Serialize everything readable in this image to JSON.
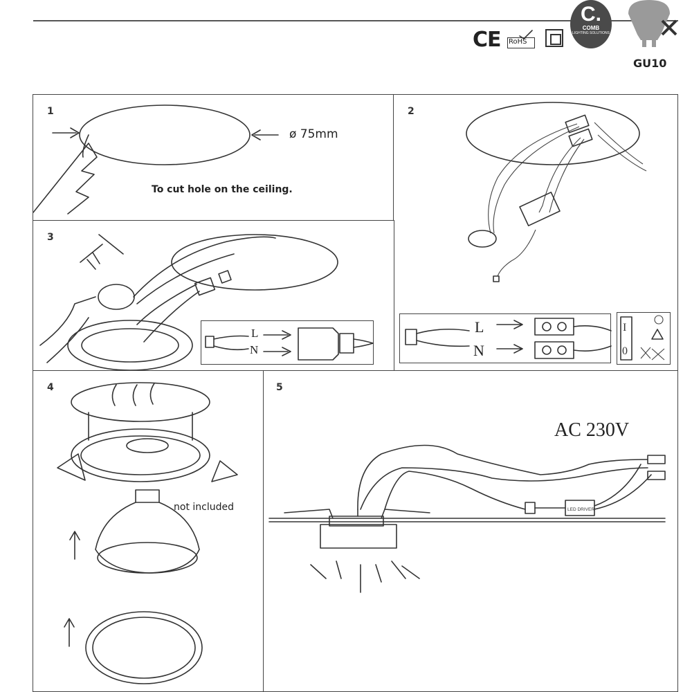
{
  "header": {
    "ce_mark": "CE",
    "rohs_mark": "RoHS",
    "brand_logo": {
      "letter": "C.",
      "name": "COMB",
      "tagline": "LIGHTING SOLUTIONS"
    },
    "lamp_type": "GU10"
  },
  "panels": [
    {
      "number": "1",
      "dimension": "ø 75mm",
      "caption": "To cut hole on the ceiling."
    },
    {
      "number": "2",
      "wiring": {
        "l_label": "L",
        "n_label": "N"
      }
    },
    {
      "number": "3",
      "wiring": {
        "l_label": "L",
        "n_label": "N"
      }
    },
    {
      "number": "4",
      "lamp_note": "not included"
    },
    {
      "number": "5",
      "voltage": "AC  230V",
      "driver_label": "LED DRIVER"
    }
  ]
}
